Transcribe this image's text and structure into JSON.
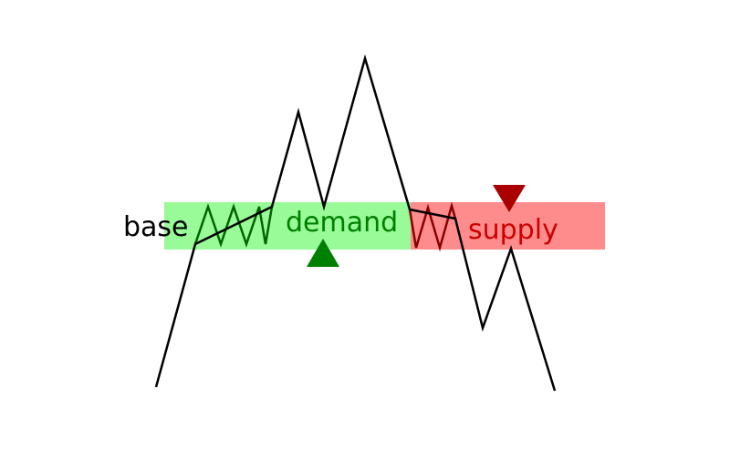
{
  "labels": {
    "base": "base",
    "demand": "demand",
    "supply": "supply"
  },
  "colors": {
    "background": "#ffffff",
    "demand_zone": "#98fb98",
    "supply_zone": "#ff8c8c",
    "price_line": "#000000",
    "base_zigzag": "#006400",
    "supply_zigzag": "#8b0000",
    "demand_text": "#008000",
    "supply_text": "#cc0000",
    "base_text": "#000000",
    "up_arrow": "#008000",
    "down_arrow": "#aa0000"
  },
  "markers": {
    "up_arrow_icon": "triangle-up",
    "down_arrow_icon": "triangle-down"
  }
}
